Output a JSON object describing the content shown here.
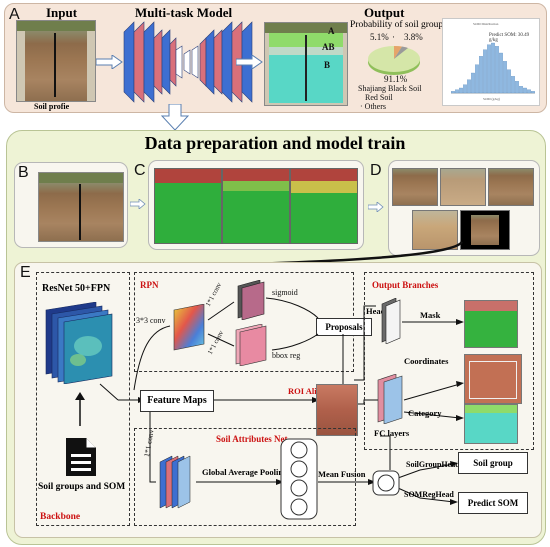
{
  "panel_a": {
    "letter": "A",
    "input_label": "Input",
    "model_label": "Multi-task Model",
    "output_label": "Output",
    "soil_profile_label": "Soil profie",
    "horizon_a": "A",
    "horizon_ab": "AB",
    "horizon_b": "B",
    "prob_title": "Probability of soil groups",
    "pct_small1": "5.1%",
    "pct_small2": "3.8%",
    "pct_main": "91.1%",
    "legend": [
      "Shajiang Black Soil",
      "Red Soil",
      "Others"
    ],
    "hist_title": "SOM Distribution",
    "hist_predict": "Predict SOM: 30.49 g/kg",
    "hist_xlabel": "SOM (g/kg)"
  },
  "section_title": "Data preparation and model train",
  "letters": {
    "b": "B",
    "c": "C",
    "d": "D",
    "e": "E"
  },
  "panel_e": {
    "backbone_title": "ResNet 50+FPN",
    "backbone_footer": "Backbone",
    "rpn_title": "RPN",
    "conv33": "3*3 conv",
    "conv11_top": "1*1 conv",
    "conv11_bottom": "1*1 conv",
    "sigmoid": "sigmoid",
    "bbox_reg": "bbox reg",
    "proposals": "Proposals",
    "feature_maps": "Feature Maps",
    "roi_align": "ROI Align",
    "output_branches": "Output Branches",
    "head": "Head",
    "mask": "Mask",
    "coordinates": "Coordinates",
    "category": "Category",
    "fc_layers": "FC layers",
    "soil_attr_title": "Soil Attributes Net",
    "conv11_side": "1*1 conv",
    "gap": "Global Average Pooling",
    "mean_fusion": "Mean Fusion",
    "soil_group_head": "SoilGroupHead",
    "som_reg_head": "SOMRegHead",
    "soil_group_out": "Soil group",
    "predict_som_out": "Predict SOM",
    "doc_label": "Soil groups and SOM"
  },
  "colors": {
    "panel_a_bg": "#f6e6da",
    "main_bg": "#eef3d5",
    "accent_red": "#cc1111",
    "network_blue": "#3d6fd1",
    "network_red": "#d9707a",
    "mask_green": "#35b23f",
    "mask_cyan": "#58d7c6"
  },
  "pie": {
    "main_pct": 91.1,
    "second_pct": 5.1,
    "third_pct": 3.8
  },
  "histogram_bins": [
    1,
    2,
    3,
    5,
    8,
    12,
    17,
    22,
    26,
    29,
    30,
    28,
    24,
    19,
    14,
    10,
    7,
    4,
    3,
    2,
    1
  ]
}
